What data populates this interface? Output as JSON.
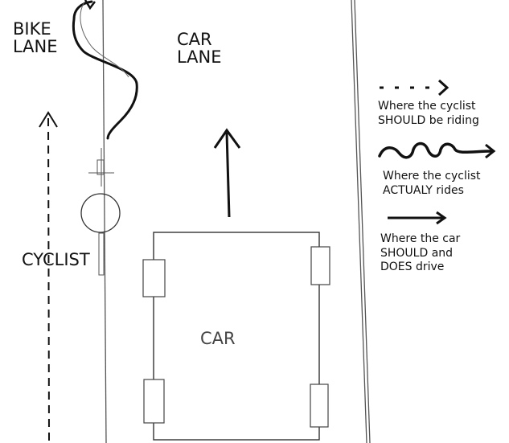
{
  "labels": {
    "bike_lane": "BIKE\nLANE",
    "car_lane": "CAR\nLANE",
    "cyclist": "CYCLIST",
    "car": "CAR"
  },
  "legend": {
    "should_ride": "Where the cyclist\nSHOULD be riding",
    "actually_rides": "Where the cyclist\nACTUALY rides",
    "car_drives": "Where the car\nSHOULD and\nDOES drive"
  },
  "colors": {
    "ink": "#111111",
    "line_gray": "#555555"
  }
}
